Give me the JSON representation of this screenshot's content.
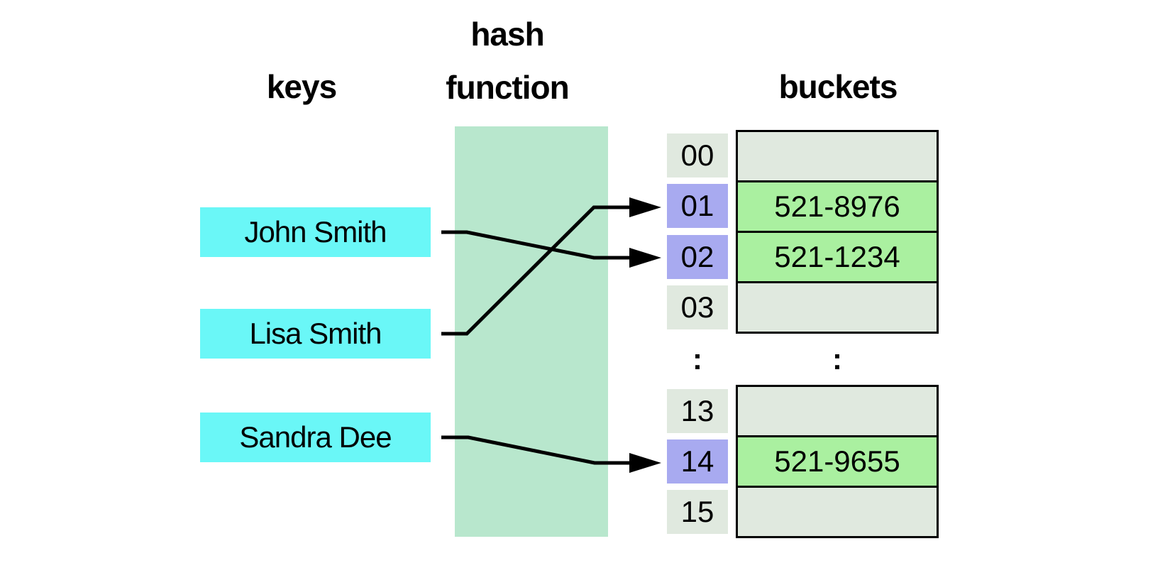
{
  "headers": {
    "keys": "keys",
    "hash_function_lines": [
      "hash",
      "function"
    ],
    "buckets": "buckets"
  },
  "keys": [
    {
      "label": "John Smith",
      "maps_to_index": "02"
    },
    {
      "label": "Lisa Smith",
      "maps_to_index": "01"
    },
    {
      "label": "Sandra Dee",
      "maps_to_index": "14"
    }
  ],
  "hash_table": {
    "ellipsis": ":",
    "index_cells_top": [
      {
        "label": "00",
        "highlighted": false
      },
      {
        "label": "01",
        "highlighted": true
      },
      {
        "label": "02",
        "highlighted": true
      },
      {
        "label": "03",
        "highlighted": false
      }
    ],
    "index_cells_bottom": [
      {
        "label": "13",
        "highlighted": false
      },
      {
        "label": "14",
        "highlighted": true
      },
      {
        "label": "15",
        "highlighted": false
      }
    ],
    "buckets_top": [
      {
        "value": "",
        "filled": false
      },
      {
        "value": "521-8976",
        "filled": true
      },
      {
        "value": "521-1234",
        "filled": true
      },
      {
        "value": "",
        "filled": false
      }
    ],
    "buckets_bottom": [
      {
        "value": "",
        "filled": false
      },
      {
        "value": "521-9655",
        "filled": true
      },
      {
        "value": "",
        "filled": false
      }
    ]
  },
  "colors": {
    "key_box": "#6af7f7",
    "hash_box": "#b8e7cd",
    "index_default": "#e0e9df",
    "index_highlight": "#a8aaf0",
    "bucket_filled": "#aaf0a0",
    "bucket_empty": "#e0e9df",
    "line": "#000000",
    "text": "#000000"
  }
}
